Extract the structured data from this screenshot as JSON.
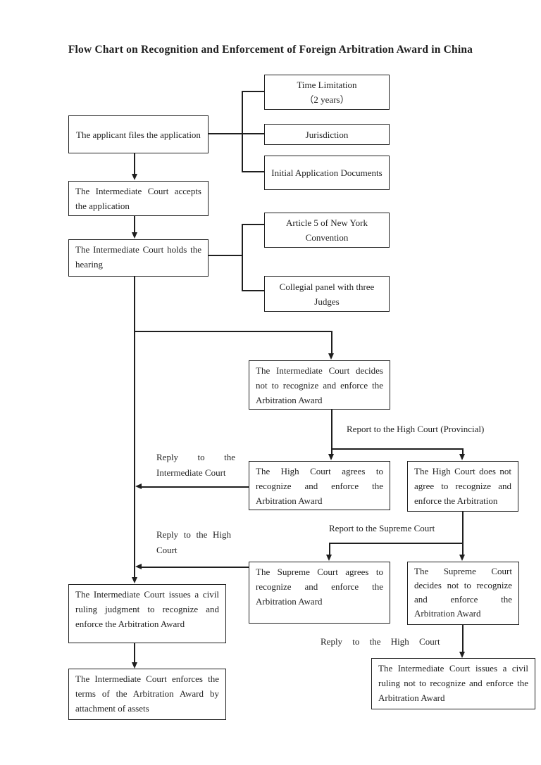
{
  "title": "Flow Chart on Recognition and Enforcement of Foreign Arbitration Award in China",
  "boxes": {
    "applicant": "The applicant files the application",
    "accepts": "The Intermediate Court accepts the application",
    "hearing": "The Intermediate Court holds the hearing",
    "time_limitation_line1": "Time Limitation",
    "time_limitation_line2": "（2 years）",
    "jurisdiction": "Jurisdiction",
    "initial_documents": "Initial Application Documents",
    "article5": "Article 5 of New York Convention",
    "collegial_panel": "Collegial panel with three Judges",
    "intermediate_decides_not": "The Intermediate Court decides not to recognize and enforce the Arbitration Award",
    "high_agrees": "The High Court agrees to recognize and enforce the Arbitration Award",
    "high_disagrees": "The High Court does not agree to recognize and enforce the Arbitration",
    "supreme_agrees": "The Supreme Court agrees to recognize and enforce the Arbitration Award",
    "supreme_disagrees": "The Supreme Court decides not to recognize and enforce the Arbitration Award",
    "intermediate_issues_ruling": "The Intermediate Court issues a civil ruling judgment to recognize and enforce the Arbitration Award",
    "intermediate_enforces": "The Intermediate Court enforces the terms of the Arbitration Award by attachment of assets",
    "intermediate_issues_ruling_not": "The Intermediate Court issues a civil ruling not to recognize and enforce the Arbitration Award"
  },
  "labels": {
    "report_high_court": "Report to the High Court (Provincial)",
    "reply_intermediate_court": "Reply to the Intermediate Court",
    "reply_high_court": "Reply to the High Court",
    "report_supreme_court": "Report to the Supreme Court",
    "reply_high_court_bottom": "Reply to the High Court"
  },
  "colors": {
    "line": "#1f1f1f",
    "text": "#1f1f1f",
    "background": "#ffffff"
  }
}
